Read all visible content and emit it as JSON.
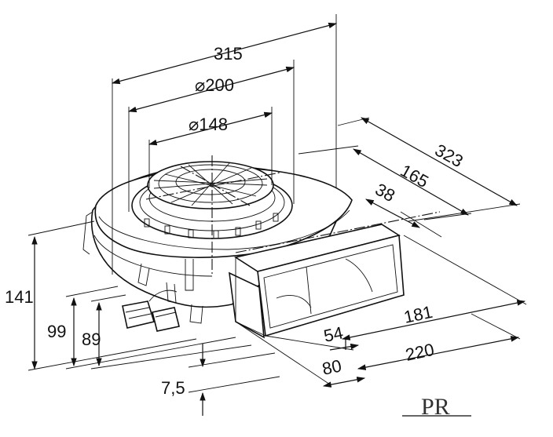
{
  "dimensions": {
    "d315": "315",
    "d200": "⌀200",
    "d148": "⌀148",
    "d323": "323",
    "d165": "165",
    "d38": "38",
    "d141": "141",
    "d99": "99",
    "d89": "89",
    "d7_5": "7,5",
    "d181": "181",
    "d220": "220",
    "d54": "54",
    "d80": "80"
  },
  "logo": {
    "text": "PR"
  }
}
